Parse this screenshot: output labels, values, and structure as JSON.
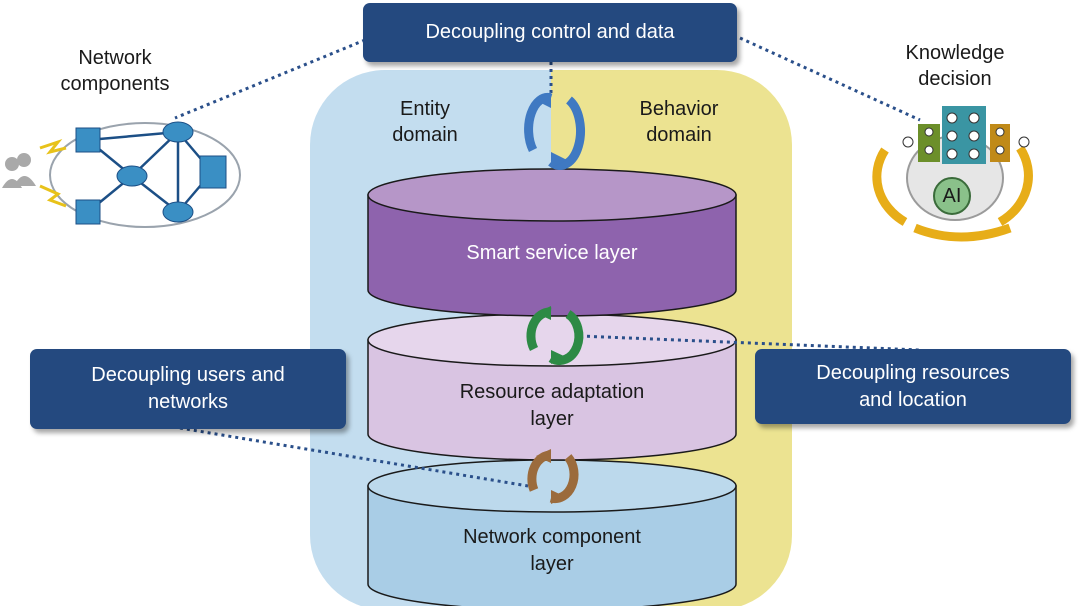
{
  "callouts": {
    "control_data": "Decoupling control and data",
    "users_networks": "Decoupling users and\nnetworks",
    "resources_location": "Decoupling resources\nand location"
  },
  "side_labels": {
    "network_components": "Network\ncomponents",
    "knowledge_decision": "Knowledge\ndecision"
  },
  "domains": {
    "entity": "Entity\ndomain",
    "behavior": "Behavior\ndomain"
  },
  "layers": {
    "smart_service": "Smart service layer",
    "resource_adaptation": "Resource adaptation\nlayer",
    "network_component": "Network component\nlayer"
  },
  "ai_badge": "AI",
  "colors": {
    "callout_bg": "#24497f",
    "entity_domain": "#c3ddef",
    "behavior_domain": "#ece391",
    "smart_service_layer": "#8e63ad",
    "resource_adaptation_layer": "#d9c4e2",
    "network_component_layer": "#a9cde6",
    "arrow_top": "#3f79c2",
    "arrow_middle": "#2d8a45",
    "arrow_bottom": "#9b6b3c"
  }
}
